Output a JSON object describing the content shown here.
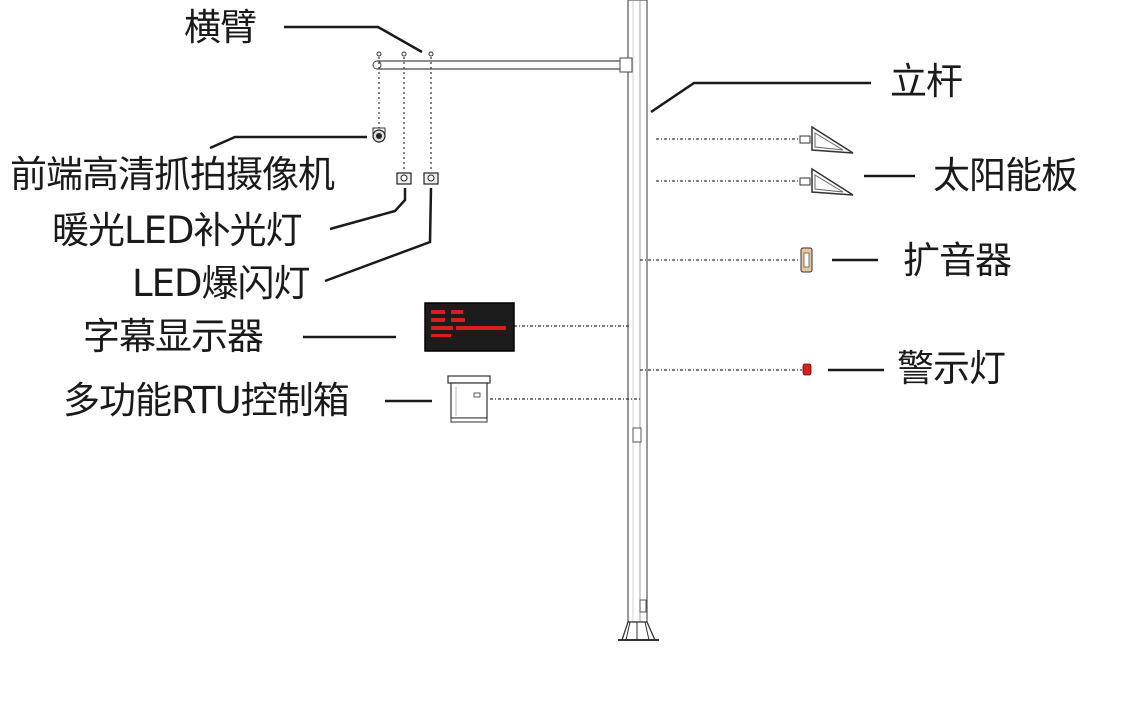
{
  "labels": {
    "crossarm": "横臂",
    "pole": "立杆",
    "camera": "前端高清抓拍摄像机",
    "warm_fill_light": "暖光LED补光灯",
    "led_strobe": "LED爆闪灯",
    "solar_panel": "太阳能板",
    "speaker": "扩音器",
    "subtitle_display": "字幕显示器",
    "warning_light": "警示灯",
    "rtu_box": "多功能RTU控制箱"
  },
  "colors": {
    "line": "#1a1a1a",
    "pole_outline": "#555555",
    "display_bg": "#1c1c1c",
    "display_text": "#d62020",
    "warning_light": "#d62020",
    "speaker_body": "#e9c79a"
  },
  "icons": [
    "solar-panel-icon",
    "speaker-icon",
    "warning-light-icon",
    "camera-icon",
    "fill-light-icon",
    "strobe-light-icon",
    "display-screen-icon",
    "control-box-icon"
  ]
}
